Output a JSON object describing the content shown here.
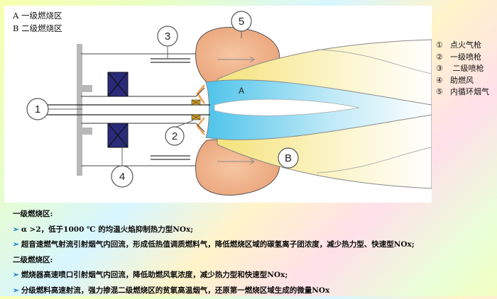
{
  "zone_labels": [
    "A  一级燃烧区",
    "B  二级燃烧区"
  ],
  "diagram": {
    "callouts": [
      "1",
      "2",
      "3",
      "4",
      "5"
    ],
    "flame_labels": [
      "A",
      "B"
    ]
  },
  "legend": [
    {
      "mark": "①",
      "text": "点火气枪"
    },
    {
      "mark": "②",
      "text": "一级喷枪"
    },
    {
      "mark": "③",
      "text": " 二级喷枪"
    },
    {
      "mark": "④",
      "text": "助燃风"
    },
    {
      "mark": "⑤",
      "text": "内循环烟气"
    }
  ],
  "notes": [
    {
      "kind": "heading",
      "text": "一级燃烧区:"
    },
    {
      "kind": "bullet",
      "marker": "➢",
      "text": "α >2，低于1000 ℃ 的均温火焰抑制热力型NOx;"
    },
    {
      "kind": "bullet",
      "marker": "➢",
      "text": "超音速燃气射流引射烟气内回流，形成低热值调质燃料气，降低燃烧区域的碳氢离子团浓度，减少热力型、快速型NOx;"
    },
    {
      "kind": "heading",
      "text": "二级燃烧区:"
    },
    {
      "kind": "bullet",
      "marker": "➢",
      "text": "燃烧器高速喷口引射烟气内回流，降低助燃风氧浓度，减少热力型和快速型NOx;"
    },
    {
      "kind": "bullet",
      "marker": "➢",
      "text": "分级燃料高速射流，强力掺混二级燃烧区的贫氧高温烟气，还原第一燃烧区域生成的微量NOx"
    }
  ]
}
